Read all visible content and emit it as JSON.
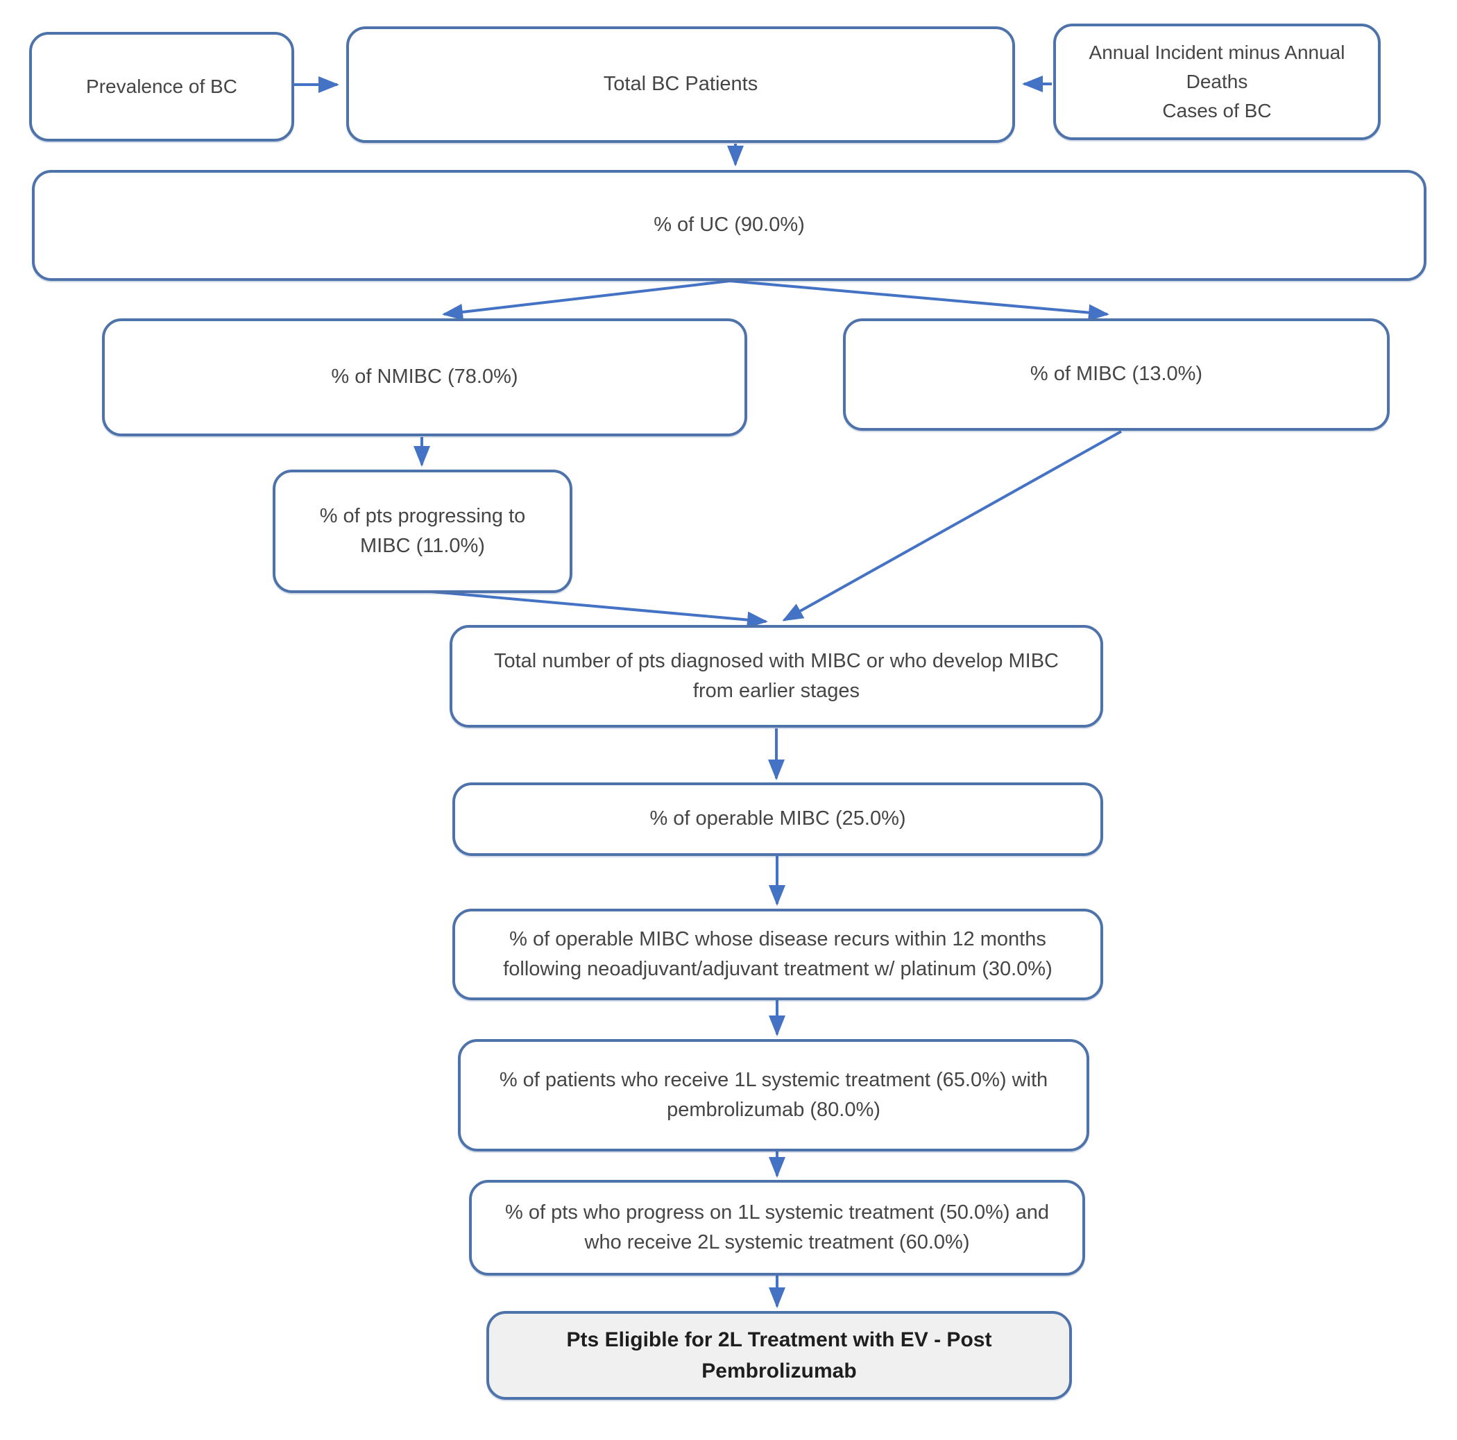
{
  "diagram": {
    "nodes": {
      "prevalence": {
        "label": "Prevalence of BC"
      },
      "total_bc": {
        "label": "Total BC Patients"
      },
      "annual_incident": {
        "label": "Annual Incident minus Annual Deaths\nCases of BC"
      },
      "uc": {
        "label": "% of UC (90.0%)"
      },
      "nmibc": {
        "label": "% of NMIBC (78.0%)"
      },
      "mibc": {
        "label": "% of MIBC (13.0%)"
      },
      "progressing": {
        "label": "% of pts progressing to\nMIBC (11.0%)"
      },
      "total_mibc": {
        "label": "Total number of pts diagnosed with MIBC or who develop MIBC\nfrom earlier stages"
      },
      "operable": {
        "label": "% of operable MIBC (25.0%)"
      },
      "recurrence": {
        "label": "% of operable MIBC whose disease recurs within 12 months\nfollowing neoadjuvant/adjuvant treatment w/ platinum (30.0%)"
      },
      "first_line": {
        "label": "% of patients who receive 1L systemic treatment (65.0%) with\npembrolizumab (80.0%)"
      },
      "second_line": {
        "label": "% of pts who progress on 1L systemic treatment (50.0%) and\nwho receive 2L systemic treatment (60.0%)"
      },
      "eligible": {
        "label": "Pts Eligible for 2L Treatment with EV - Post\nPembrolizumab"
      }
    },
    "edges": [
      {
        "from": "prevalence",
        "to": "total_bc"
      },
      {
        "from": "annual_incident",
        "to": "total_bc"
      },
      {
        "from": "total_bc",
        "to": "uc"
      },
      {
        "from": "uc",
        "to": "nmibc"
      },
      {
        "from": "uc",
        "to": "mibc"
      },
      {
        "from": "nmibc",
        "to": "progressing"
      },
      {
        "from": "progressing",
        "to": "total_mibc"
      },
      {
        "from": "mibc",
        "to": "total_mibc"
      },
      {
        "from": "total_mibc",
        "to": "operable"
      },
      {
        "from": "operable",
        "to": "recurrence"
      },
      {
        "from": "recurrence",
        "to": "first_line"
      },
      {
        "from": "first_line",
        "to": "second_line"
      },
      {
        "from": "second_line",
        "to": "eligible"
      }
    ],
    "colors": {
      "box_border": "#4e73ab",
      "arrow": "#4472c4",
      "final_box_fill": "#f0f0f0",
      "text": "#454545"
    }
  }
}
